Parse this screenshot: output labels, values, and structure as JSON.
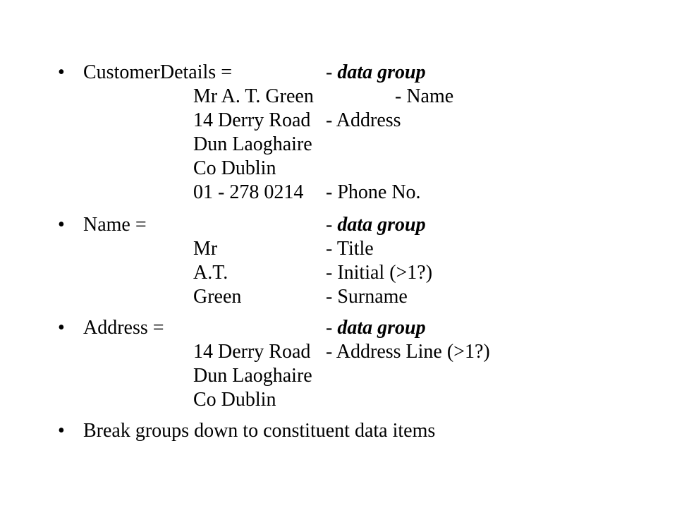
{
  "slide": {
    "groups": [
      {
        "heading": "CustomerDetails =",
        "marker": "-",
        "type_label": "data group",
        "rows": [
          {
            "value": "Mr A. T. Green",
            "desc": "- Name"
          },
          {
            "value": "14 Derry Road",
            "desc": "- Address"
          },
          {
            "value": "Dun Laoghaire",
            "desc": ""
          },
          {
            "value": "Co Dublin",
            "desc": ""
          },
          {
            "value": "01 - 278 0214",
            "desc": "- Phone No."
          }
        ]
      },
      {
        "heading": "Name =",
        "marker": "-",
        "type_label": "data group",
        "rows": [
          {
            "value": "Mr",
            "desc": "- Title"
          },
          {
            "value": "A.T.",
            "desc": "- Initial (>1?)"
          },
          {
            "value": "Green",
            "desc": "- Surname"
          }
        ]
      },
      {
        "heading": "Address =",
        "marker": "-",
        "type_label": "data group",
        "rows": [
          {
            "value": "14 Derry Road",
            "desc": "- Address Line (>1?)"
          },
          {
            "value": "Dun Laoghaire",
            "desc": ""
          },
          {
            "value": "Co Dublin",
            "desc": ""
          }
        ]
      }
    ],
    "final_bullet": "Break groups down to constituent data items",
    "bullet_symbol": "•"
  }
}
